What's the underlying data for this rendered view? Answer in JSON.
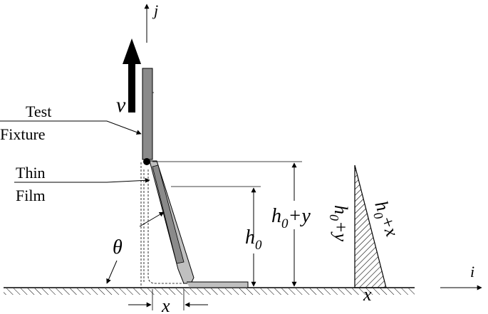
{
  "labels": {
    "axis_j": "j",
    "axis_i": "i",
    "velocity": "v",
    "test_fixture_line1": "Test",
    "test_fixture_line2": "Fixture",
    "thin_film_line1": "Thin",
    "thin_film_line2": "Film",
    "angle": "θ",
    "h0": "h",
    "h0_sub": "0",
    "h0y_h": "h",
    "h0y_sub": "0",
    "h0y_rest": "+y",
    "x_bottom": "x",
    "x_right": "x",
    "tri_left_h": "h",
    "tri_left_sub": "0",
    "tri_left_rest": "+y",
    "tri_right_h": "h",
    "tri_right_sub": "0",
    "tri_right_rest": "+x"
  },
  "colors": {
    "fixture": "#8a8a8a",
    "film": "#c0c0c0",
    "line": "#000000"
  }
}
